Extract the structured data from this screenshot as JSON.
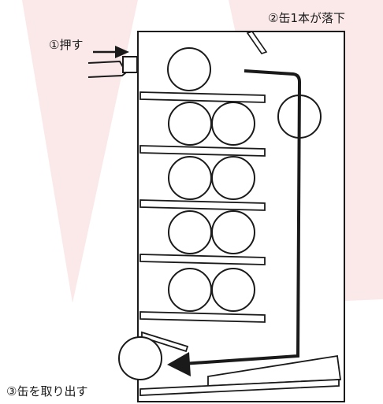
{
  "labels": {
    "push": "①押す",
    "drop": "②缶1本が落下",
    "take_out": "③缶を取り出す"
  },
  "colors": {
    "background_beam": "#fbe9ea",
    "line": "#1a1a1a",
    "fill": "#ffffff"
  }
}
